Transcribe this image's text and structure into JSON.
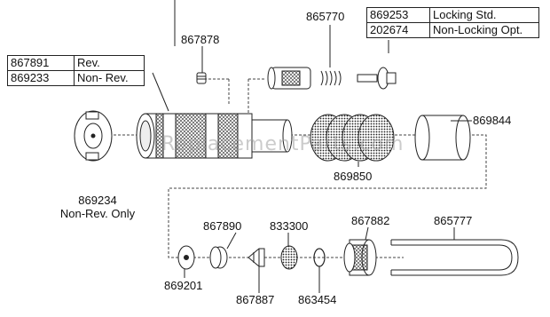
{
  "tables": {
    "reverse": [
      {
        "part": "867891",
        "desc": "Rev."
      },
      {
        "part": "869233",
        "desc": "Non- Rev."
      }
    ],
    "locking": [
      {
        "part": "869253",
        "desc": "Locking Std."
      },
      {
        "part": "202674",
        "desc": "Non-Locking Opt."
      }
    ]
  },
  "labels": {
    "p865770": "865770",
    "p867878": "867878",
    "p869844": "869844",
    "p869850": "869850",
    "p869234": "869234",
    "p869234_note": "Non-Rev. Only",
    "p867890": "867890",
    "p833300": "833300",
    "p867882": "867882",
    "p865777": "865777",
    "p869201": "869201",
    "p867887": "867887",
    "p863454": "863454"
  },
  "watermark": "ReplacementParts.com"
}
